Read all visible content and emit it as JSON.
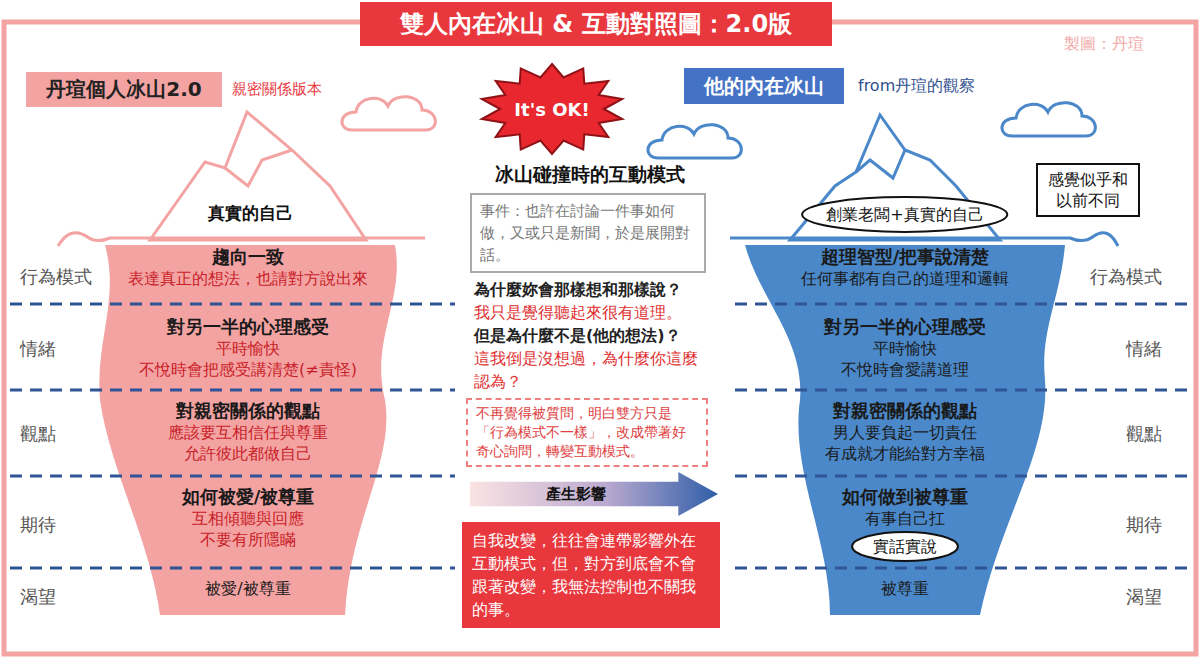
{
  "diagram": {
    "title": "雙人內在冰山 & 互動對照圖：2.0版",
    "nodes": [
      {
        "text": [
          "丹瑄個人冰山2.0",
          "親密關係版本"
        ]
      },
      {
        "text": [
          "It's OK!"
        ]
      },
      {
        "text": [
          "他的內在冰山",
          "from丹瑄的觀察"
        ]
      },
      {
        "text": [
          "感覺似乎和以前不同"
        ]
      },
      {
        "text": [
          "創業老闆+真實的自己"
        ]
      },
      {
        "text": [
          "事件：也許在討論一件事如何做，又或只是新聞，於是展開對話。"
        ]
      },
      {
        "text": [
          "趨向一致",
          "表達真正的想法，也請對方說出來"
        ]
      },
      {
        "text": [
          "對另一半的心理感受",
          "平時愉快",
          "不悅時會把感受講清楚(≠責怪)"
        ]
      },
      {
        "text": [
          "對親密關係的觀點",
          "應該要互相信任與尊重",
          "允許彼此都做自己"
        ]
      },
      {
        "text": [
          "如何被愛/被尊重",
          "互相傾聽與回應",
          "不要有所隱瞞"
        ]
      },
      {
        "text": [
          "被愛/被尊重"
        ]
      },
      {
        "text": [
          "不再覺得被質問，明白雙方只是「行為模式不一樣」，改成帶著好奇心詢問，轉變互動模式。"
        ]
      },
      {
        "text": [
          "產生影響"
        ]
      },
      {
        "text": [
          "自我改變，往往會連帶影響外在互動模式，但，對方到底會不會跟著改變，我無法控制也不關我的事。"
        ]
      },
      {
        "text": [
          "超理智型/把事說清楚",
          "任何事都有自己的道理和邏輯"
        ]
      },
      {
        "text": [
          "對另一半的心理感受",
          "平時愉快",
          "不悅時會愛講道理"
        ]
      },
      {
        "text": [
          "對親密關係的觀點",
          "男人要負起一切責任",
          "有成就才能給對方幸福"
        ]
      },
      {
        "text": [
          "如何做到被尊重",
          "有事自己扛"
        ]
      },
      {
        "text": [
          "實話實說"
        ],
        "in": 17
      },
      {
        "text": [
          "被尊重"
        ]
      }
    ],
    "labels": [
      "製圖：丹瑄",
      "冰山碰撞時的互動模式",
      "真實的自己",
      "為什麼妳會那樣想和那樣說？",
      "我只是覺得聽起來很有道理。",
      "但是為什麼不是(他的想法)？",
      "這我倒是沒想過，為什麼你這麼認為？",
      "行為模式",
      "情緒",
      "觀點",
      "期待",
      "渴望",
      "行為模式",
      "情緒",
      "觀點",
      "期待",
      "渴望"
    ]
  }
}
